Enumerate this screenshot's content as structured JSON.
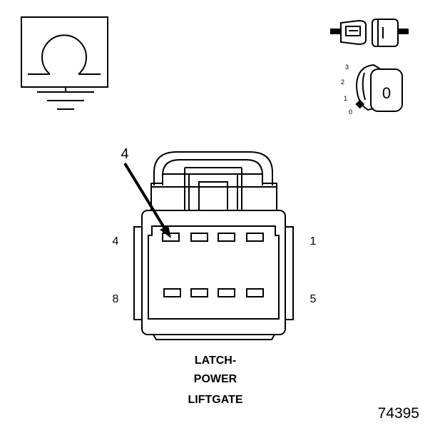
{
  "diagram": {
    "callout_number": "4",
    "pin_labels": {
      "top_left": "4",
      "top_right": "1",
      "bottom_left": "8",
      "bottom_right": "5"
    },
    "connector_title": [
      "LATCH-",
      "POWER",
      "LIFTGATE"
    ],
    "figure_number": "74395",
    "switch_positions": [
      "3",
      "2",
      "1",
      "0"
    ],
    "knob_position": "0",
    "icons": [
      "ohmmeter-ground-icon",
      "connector-probe-icon",
      "ignition-switch-icon"
    ]
  }
}
